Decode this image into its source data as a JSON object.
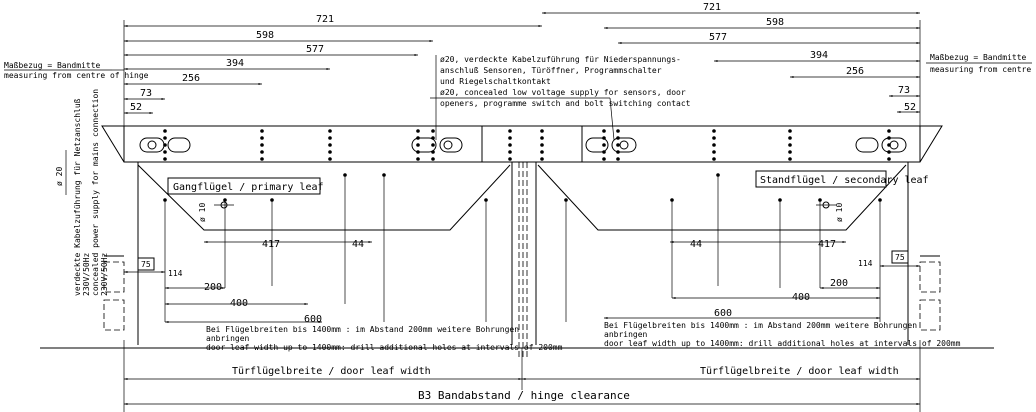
{
  "dimensions_top_left": {
    "d721": "721",
    "d598": "598",
    "d577": "577",
    "d394": "394",
    "d256": "256",
    "d73": "73",
    "d52": "52"
  },
  "dimensions_top_right": {
    "d721": "721",
    "d598": "598",
    "d577": "577",
    "d394": "394",
    "d256": "256",
    "d73": "73",
    "d52": "52"
  },
  "reference_left": {
    "de": "Maßbezug = Bandmitte",
    "en": "measuring from centre of hinge"
  },
  "reference_right": {
    "de": "Maßbezug = Bandmitte",
    "en": "measuring from centre of hinge"
  },
  "cable_note": {
    "line1": "ø20, verdeckte Kabelzuführung für Niederspannungs-",
    "line2": "anschluß Sensoren, Türöffner, Programmschalter",
    "line3": "und Riegelschaltkontakt",
    "line4": "ø20, concealed low voltage supply for sensors, door",
    "line5": "openers, programme switch and bolt switching contact"
  },
  "side_note": {
    "dia": "ø 20",
    "line1": "verdeckte Kabelzuführung für Netzanschluß",
    "line2": "230V/50Hz",
    "line3": "concealed power supply for mains connection",
    "line4": "230V/50Hz"
  },
  "leaf_labels": {
    "primary": "Gangflügel / primary leaf",
    "secondary": "Standflügel / secondary leaf"
  },
  "inner_left": {
    "d417": "417",
    "d44": "44",
    "d75": "75",
    "d114": "114",
    "d200": "200",
    "d400": "400",
    "d600": "600",
    "dia10": "ø 10"
  },
  "inner_right": {
    "d417": "417",
    "d44": "44",
    "d75": "75",
    "d114": "114",
    "d200": "200",
    "d400": "400",
    "d600": "600",
    "dia10": "ø 10"
  },
  "drill_note_left": {
    "line1": "Bei Flügelbreiten bis 1400mm : im Abstand 200mm weitere Bohrungen",
    "line2": "anbringen",
    "line3": "door leaf width up to 1400mm: drill additional holes at intervals of 200mm"
  },
  "drill_note_right": {
    "line1": "Bei Flügelbreiten bis 1400mm : im Abstand 200mm weitere Bohrungen",
    "line2": "anbringen",
    "line3": "door leaf width up to 1400mm: drill additional holes at intervals of 200mm"
  },
  "bottom": {
    "leaf_width_left": "Türflügelbreite / door leaf width",
    "leaf_width_right": "Türflügelbreite / door leaf width",
    "clearance": "B3 Bandabstand / hinge clearance"
  }
}
